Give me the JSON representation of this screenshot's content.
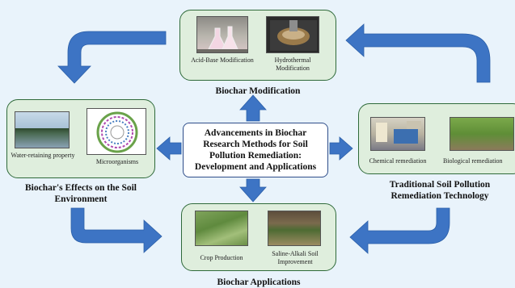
{
  "center": {
    "text": "Advancements in Biochar Research Methods for Soil Pollution Remediation: Development and Applications"
  },
  "modification": {
    "title": "Biochar Modification",
    "items": [
      {
        "label": "Acid-Base Modification",
        "icon": "flasks-photo"
      },
      {
        "label": "Hydrothermal Modification",
        "icon": "reactor-photo"
      }
    ]
  },
  "effects": {
    "title": "Biochar's Effects on the Soil Environment",
    "items": [
      {
        "label": "Water-retaining property",
        "icon": "pond-photo"
      },
      {
        "label": "Microorganisms",
        "icon": "circular-genome-plot"
      }
    ]
  },
  "traditional": {
    "title": "Traditional Soil Pollution Remediation Technology",
    "items": [
      {
        "label": "Chemical remediation",
        "icon": "lab-photo"
      },
      {
        "label": "Biological remediation",
        "icon": "plants-photo"
      }
    ]
  },
  "applications": {
    "title": "Biochar Applications",
    "items": [
      {
        "label": "Crop Production",
        "icon": "crop-field-photo"
      },
      {
        "label": "Saline-Alkali Soil Improvement",
        "icon": "saline-field-photo"
      }
    ]
  },
  "colors": {
    "arrow": "#3d74c4",
    "box_fill": "#dfeedd",
    "box_border": "#2f6a3a",
    "background": "#e9f3fb"
  }
}
